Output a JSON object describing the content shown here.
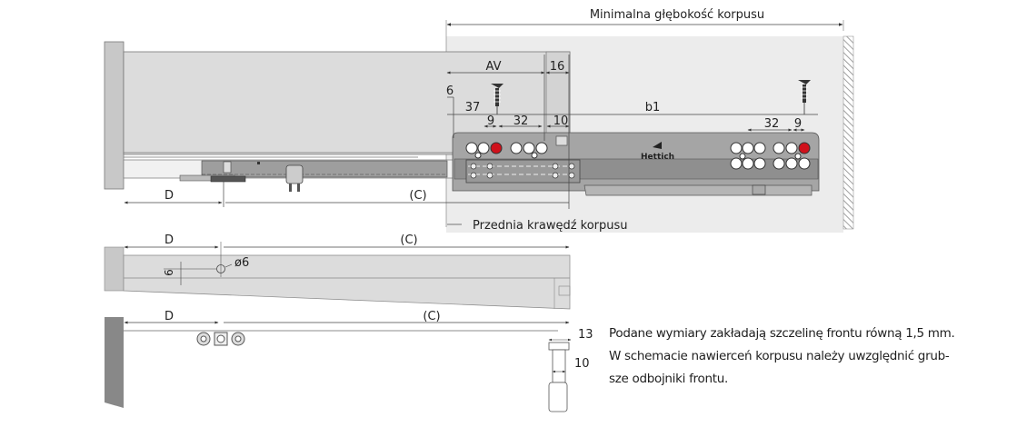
{
  "diagram": {
    "brand_logo": "Hettich",
    "top_view": {
      "min_depth_label": "Minimalna głębokość korpusu",
      "front_edge_label": "Przednia krawędź korpusu",
      "dims": {
        "AV": "AV",
        "d16": "16",
        "d6": "6",
        "d37": "37",
        "d9_front": "9",
        "d32_front": "32",
        "d10": "10",
        "b1": "b1",
        "d32_rear": "32",
        "d9_rear": "9",
        "D": "D",
        "C": "(C)"
      }
    },
    "side_view": {
      "D": "D",
      "C": "(C)",
      "hole_dia": "ø6",
      "hole_offset": "6"
    },
    "bottom_view": {
      "D": "D",
      "C": "(C)",
      "d13": "13",
      "d10": "10"
    },
    "colors": {
      "cabinet": "#ececec",
      "drawer": "#dcdcdc",
      "rail": "#9e9e9e",
      "accent_hole": "#d0111b",
      "wall_hatch": "#888888"
    }
  },
  "note": {
    "lines": [
      "Podane wymiary zakładają szczelinę frontu równą 1,5 mm.",
      "W schemacie nawierceń korpusu należy uwzględnić grub-",
      "sze odbojniki frontu."
    ]
  }
}
